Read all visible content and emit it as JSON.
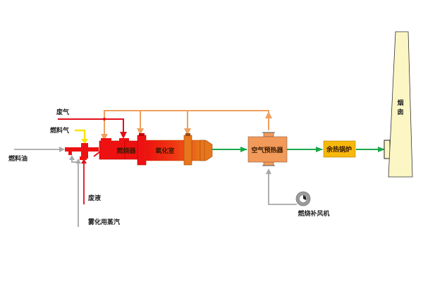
{
  "diagram": {
    "type": "process-flow",
    "inputs": {
      "waste_gas": "废气",
      "fuel_gas": "燃料气",
      "fuel_oil": "燃料油",
      "waste_liquid": "废液",
      "atomizing_steam": "雾化用蒸汽"
    },
    "units": {
      "burner": "燃烧器",
      "oxidation_chamber": "氧化室",
      "air_preheater": "空气预热器",
      "waste_heat_boiler": "余热锅炉",
      "chimney": "烟囱",
      "blower": "燃烧补风机"
    },
    "colors": {
      "waste_gas_line": "#e0101a",
      "fuel_gas_line": "#f5e60a",
      "fuel_oil_line": "#a8a8a8",
      "steam_line": "#a8a8a8",
      "hot_air_line": "#f0a060",
      "flue_gas_line": "#1aa84a",
      "burner_red": "#ee1111",
      "chamber_orange": "#e8761c",
      "preheater_fill": "#f29a5a",
      "boiler_fill": "#f7b80c",
      "chimney_fill": "#fbf6c4"
    }
  }
}
